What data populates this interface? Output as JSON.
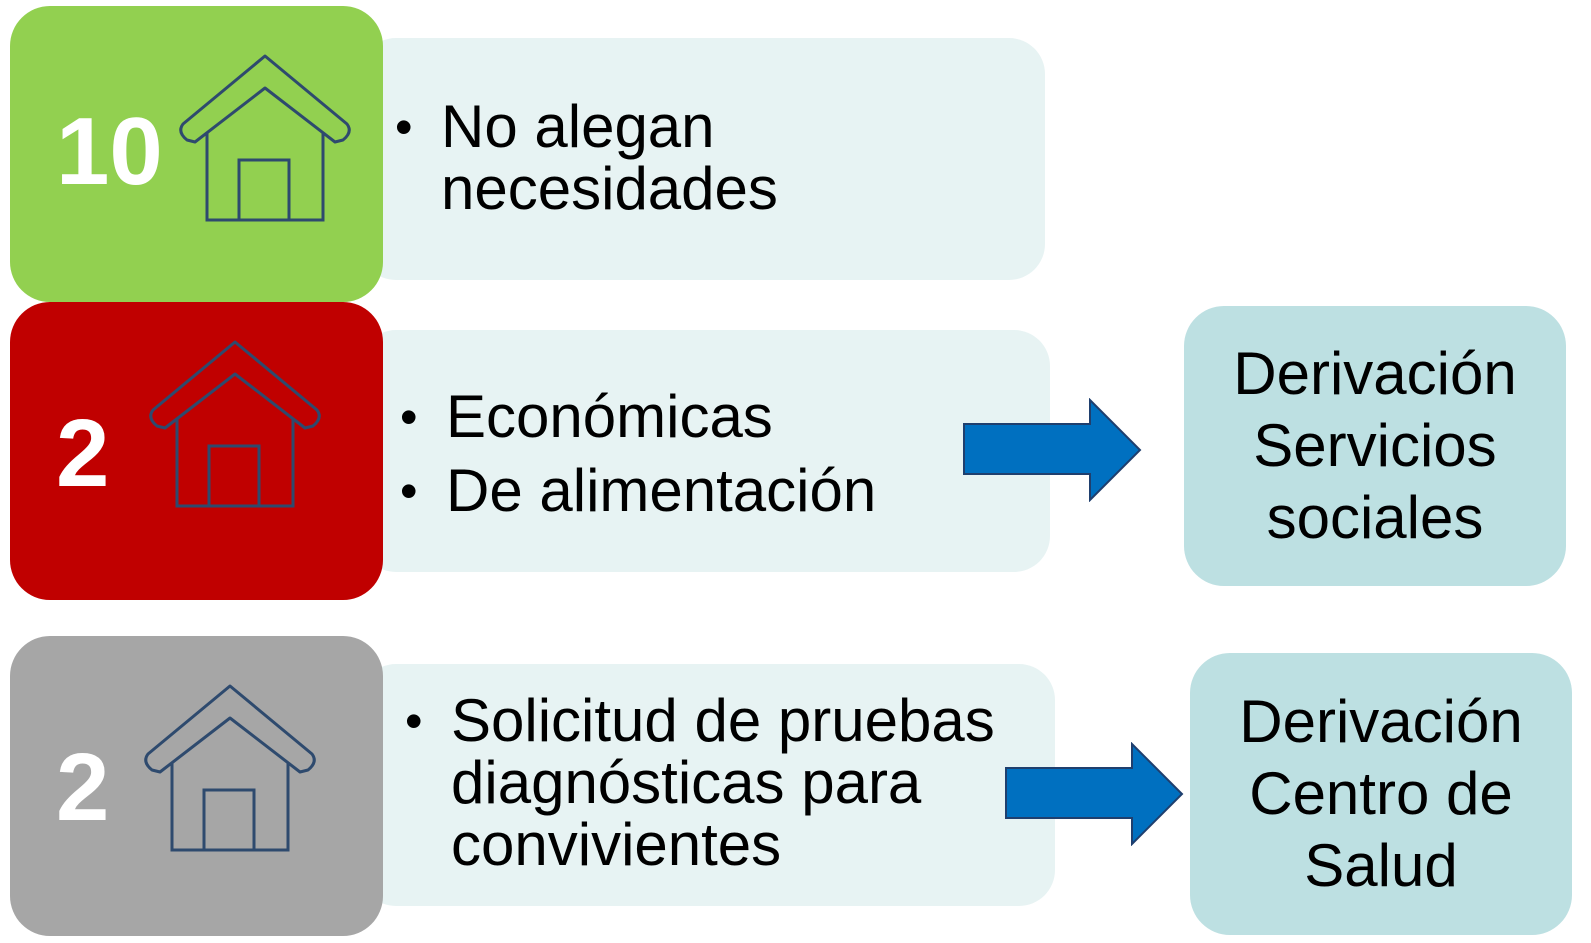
{
  "rows": [
    {
      "count": "10",
      "tile_color": "#92d050",
      "icon": "house-icon",
      "items": [
        "No alegan necesidades"
      ]
    },
    {
      "count": "2",
      "tile_color": "#c00000",
      "icon": "house-icon",
      "items": [
        "Económicas",
        "De alimentación"
      ],
      "arrow": "right-arrow-icon",
      "destination": "Derivación\nServicios\nsociales"
    },
    {
      "count": "2",
      "tile_color": "#a6a6a6",
      "icon": "house-icon",
      "items": [
        "Solicitud de pruebas diagnósticas para convivientes"
      ],
      "arrow": "right-arrow-icon",
      "destination": "Derivación\nCentro de\nSalud"
    }
  ],
  "colors": {
    "panel": "#e7f3f3",
    "destination": "#bde0e2",
    "arrow": "#0070c0",
    "icon_stroke": "#2e4a6e"
  }
}
